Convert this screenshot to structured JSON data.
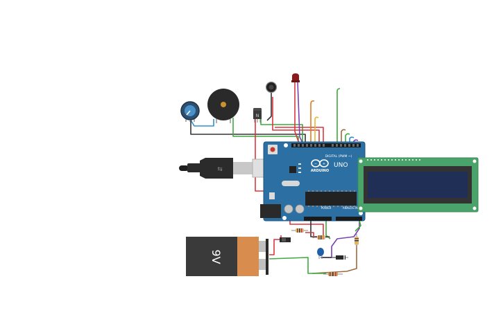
{
  "canvas": {
    "background": "#ffffff"
  },
  "components": {
    "arduino": {
      "brand_label": "ARDUINO",
      "model_label": "UNO",
      "digital_label": "DIGITAL (PWM ~)",
      "power_label": "POWER",
      "analog_label": "ANALOG IN",
      "board_color": "#2c6fa3"
    },
    "battery": {
      "label": "9V",
      "body_color": "#3a3a3a",
      "cap_color": "#d88d4f"
    },
    "lcd": {
      "board_color": "#4aa36a",
      "screen_color": "#1f2f55"
    },
    "transistor": {
      "label": "N"
    },
    "led": {
      "color": "#8b1a1a"
    }
  },
  "wire_colors": {
    "red": "#d9363e",
    "black": "#333333",
    "green": "#3caa3c",
    "yellow": "#e8b82a",
    "orange": "#e07b1f",
    "blue": "#2f8fd0",
    "purple": "#7a3fb0",
    "brown": "#a0693a"
  }
}
